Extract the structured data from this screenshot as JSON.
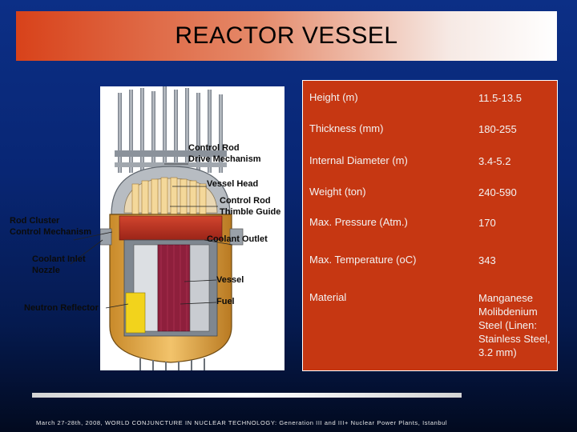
{
  "title": "REACTOR VESSEL",
  "diagram": {
    "labels": {
      "control_rod_drive": [
        "Control Rod",
        "Drive Mechanism"
      ],
      "vessel_head": "Vessel Head",
      "thimble_guide": [
        "Control Rod",
        "Thimble Guide"
      ],
      "rod_cluster": [
        "Rod Cluster",
        "Control Mechanism"
      ],
      "coolant_outlet": "Coolant Outlet",
      "coolant_inlet": [
        "Coolant Inlet",
        "Nozzle"
      ],
      "vessel": "Vessel",
      "fuel": "Fuel",
      "neutron_reflector": "Neutron Reflector"
    }
  },
  "specs": [
    {
      "key": "Height (m)",
      "value": "11.5-13.5"
    },
    {
      "key": "Thickness (mm)",
      "value": "180-255"
    },
    {
      "key": "Internal Diameter (m)",
      "value": "3.4-5.2"
    },
    {
      "key": "Weight (ton)",
      "value": "240-590"
    },
    {
      "key": "Max. Pressure  (Atm.)",
      "value": "170"
    },
    {
      "key": "Max. Temperature (oC)",
      "value": "343"
    },
    {
      "key": "Material",
      "value": "Manganese Molibdenium Steel  (Linen: Stainless Steel, 3.2 mm)"
    }
  ],
  "footer": "March 27-28th, 2008, WORLD CONJUNCTURE IN NUCLEAR TECHNOLOGY: Generation III and III+ Nuclear Power Plants, Istanbul",
  "colors": {
    "table_bg": "#c63712",
    "title_gradient_start": "#d8421a",
    "background": "#082674"
  }
}
